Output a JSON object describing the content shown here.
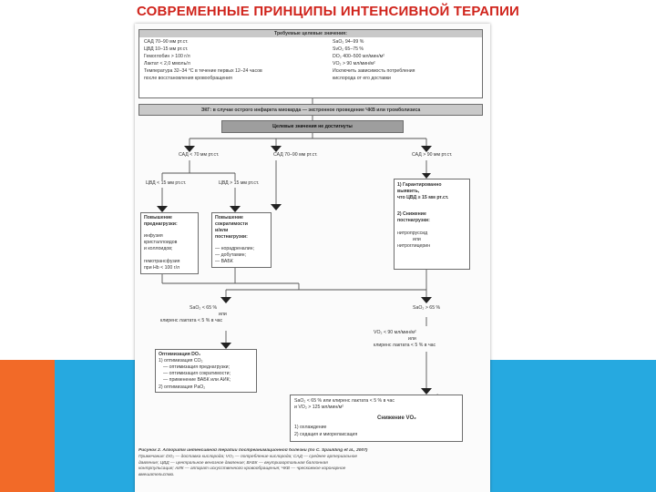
{
  "slide": {
    "title": "СОВРЕМЕННЫЕ ПРИНЦИПЫ ИНТЕНСИВНОЙ ТЕРАПИИ",
    "colors": {
      "title": "#d0241c",
      "orange": "#f26a28",
      "blue": "#26a9e0"
    }
  },
  "diagram": {
    "targets": {
      "header": "Требуемые целевые значения:",
      "left": [
        "САД 70–90 мм рт.ст.",
        "ЦВД 10–15 мм рт.ст.",
        "Гемоглобин > 100 г/л",
        "Лактат < 2,0 ммоль/л",
        "Температура 32–34 °С в течение первых 12–24 часов",
        "после восстановления кровообращения"
      ],
      "right": [
        "SaO₂ 94–99 %",
        "SvO₂ 65–75 %",
        "DO₂ 400–500 мл/мин/м²",
        "VO₂ > 90 мл/мин/м²",
        "Исключить зависимость потребления",
        "кислорода от его доставки"
      ]
    },
    "ecg": "ЭКГ: в случае острого инфаркта миокарда — экстренное проведение ЧКВ или тромболизиса",
    "not_reached": "Целевые значения не достигнуты",
    "sad_left": "САД < 70 мм рт.ст.",
    "sad_mid": "САД 70–90 мм рт.ст.",
    "sad_right": "САД > 90 мм рт.ст.",
    "cvd_low": "ЦВД < 15 мм рт.ст.",
    "cvd_high": "ЦВД > 15 мм рт.ст.",
    "box_preload": [
      "Повышение",
      "преднагрузки:",
      "",
      "инфузия",
      "кристаллоидов",
      "и коллоидов;",
      "",
      "гемотрансфузия",
      "при Hb < 100 г/л"
    ],
    "box_contract": [
      "Повышение",
      "сократимости",
      "и/или",
      "постнагрузки:",
      "",
      "— норадреналин;",
      "— добутамин;",
      "— ВАБК"
    ],
    "box_right_1": [
      "1) Гарантированно",
      "выявить,",
      "что ЦВД ≥ 15 мм рт.ст."
    ],
    "box_right_2": [
      "2) Снижение",
      "постнагрузки:",
      "",
      "нитропруссид",
      "или",
      "нитроглицерин"
    ],
    "sao2_low": [
      "SaO₂ < 65 %",
      "или",
      "клиренс лактата < 5 % в час"
    ],
    "sao2_high": [
      "SaO₂ > 65 %"
    ],
    "vo2_block": [
      "VO₂ < 90 мл/мин/м²",
      "или",
      "клиренс лактата < 5 % в час"
    ],
    "box_do2": [
      "Оптимизация DO₂",
      "1) оптимизация СО₂",
      "— оптимизация преднагрузки;",
      "— оптимизация сократимости;",
      "— применение ВАБК или АИК;",
      "2) оптимизация PaO₂"
    ],
    "box_bottom_cond": [
      "SaO₂ < 65 % или клиренс лактата < 5 % в час",
      "и VO₂ > 125 мл/мин/м²"
    ],
    "box_bottom_right": "Снижение VO₂",
    "box_bottom_list": [
      "1) охлаждение",
      "2) седация и миорелаксация"
    ],
    "caption": [
      "Рисунок 2. Алгоритм интенсивной терапии постреанимационной болезни (по C. Spaulding et al., 2007)",
      "Примечания: DO₂ — доставка кислорода; VO₂ — потребление кислорода; САД — среднее артериальное",
      "давление; ЦВД — центральное венозное давление; ВАБК — внутриаортальная баллонная",
      "контрпульсация; АИК — аппарат искусственного кровообращения; ЧКВ — чрескожное коронарное",
      "вмешательство."
    ]
  }
}
